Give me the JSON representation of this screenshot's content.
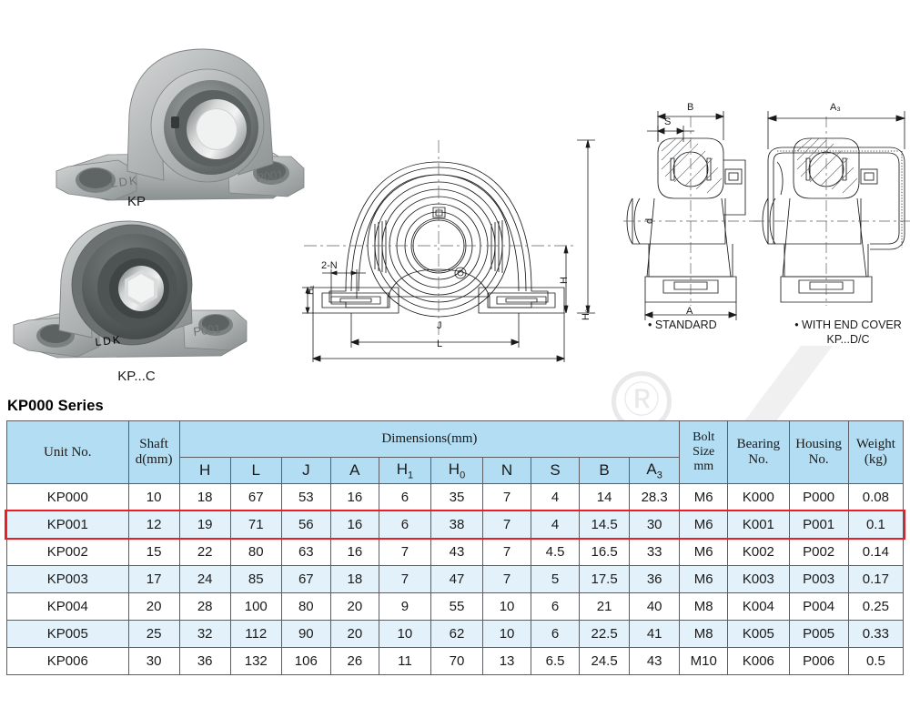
{
  "photos": [
    {
      "caption": "KP",
      "part_marking": "P001",
      "brand_marking": "LDK"
    },
    {
      "caption": "KP...C",
      "part_marking": "P001",
      "brand_marking": "LDK"
    }
  ],
  "drawings": {
    "front_view": {
      "labels": [
        "2-N",
        "H₁",
        "H₀",
        "H",
        "J",
        "L"
      ]
    },
    "section_standard": {
      "caption": "• STANDARD",
      "labels": [
        "B",
        "S",
        "d",
        "A"
      ]
    },
    "section_end_cover": {
      "caption": "• WITH END COVER\nKP...D/C",
      "labels": [
        "A₃"
      ]
    }
  },
  "series": {
    "title": "KP000 Series"
  },
  "watermark": {
    "symbol": "Ⓡ"
  },
  "colors": {
    "header_bg": "#b3ddf2",
    "alt_row_bg": "#e3f1fa",
    "border": "#5b5f63",
    "highlight": "#ee1c24"
  },
  "table": {
    "header": {
      "unit_no": "Unit No.",
      "shaft": "Shaft\nd(mm)",
      "shaft_line1": "Shaft",
      "shaft_line2": "d(mm)",
      "dimensions_group": "Dimensions(mm)",
      "dim_cols": [
        "H",
        "L",
        "J",
        "A",
        "H1",
        "H0",
        "N",
        "S",
        "B",
        "A3"
      ],
      "bolt_size": "Bolt\nSize\nmm",
      "bolt_line1": "Bolt",
      "bolt_line2": "Size",
      "bolt_line3": "mm",
      "bearing_no": "Bearing\nNo.",
      "bearing_line1": "Bearing",
      "bearing_line2": "No.",
      "housing_no": "Housing\nNo.",
      "housing_line1": "Housing",
      "housing_line2": "No.",
      "weight": "Weight\n(kg)",
      "weight_line1": "Weight",
      "weight_line2": "(kg)"
    },
    "highlighted_row_index": 1,
    "rows": [
      {
        "unit_no": "KP000",
        "shaft_d": "10",
        "H": "18",
        "L": "67",
        "J": "53",
        "A": "16",
        "H1": "6",
        "H0": "35",
        "N": "7",
        "S": "4",
        "B": "14",
        "A3": "28.3",
        "bolt_size": "M6",
        "bearing_no": "K000",
        "housing_no": "P000",
        "weight": "0.08"
      },
      {
        "unit_no": "KP001",
        "shaft_d": "12",
        "H": "19",
        "L": "71",
        "J": "56",
        "A": "16",
        "H1": "6",
        "H0": "38",
        "N": "7",
        "S": "4",
        "B": "14.5",
        "A3": "30",
        "bolt_size": "M6",
        "bearing_no": "K001",
        "housing_no": "P001",
        "weight": "0.1"
      },
      {
        "unit_no": "KP002",
        "shaft_d": "15",
        "H": "22",
        "L": "80",
        "J": "63",
        "A": "16",
        "H1": "7",
        "H0": "43",
        "N": "7",
        "S": "4.5",
        "B": "16.5",
        "A3": "33",
        "bolt_size": "M6",
        "bearing_no": "K002",
        "housing_no": "P002",
        "weight": "0.14"
      },
      {
        "unit_no": "KP003",
        "shaft_d": "17",
        "H": "24",
        "L": "85",
        "J": "67",
        "A": "18",
        "H1": "7",
        "H0": "47",
        "N": "7",
        "S": "5",
        "B": "17.5",
        "A3": "36",
        "bolt_size": "M6",
        "bearing_no": "K003",
        "housing_no": "P003",
        "weight": "0.17"
      },
      {
        "unit_no": "KP004",
        "shaft_d": "20",
        "H": "28",
        "L": "100",
        "J": "80",
        "A": "20",
        "H1": "9",
        "H0": "55",
        "N": "10",
        "S": "6",
        "B": "21",
        "A3": "40",
        "bolt_size": "M8",
        "bearing_no": "K004",
        "housing_no": "P004",
        "weight": "0.25"
      },
      {
        "unit_no": "KP005",
        "shaft_d": "25",
        "H": "32",
        "L": "112",
        "J": "90",
        "A": "20",
        "H1": "10",
        "H0": "62",
        "N": "10",
        "S": "6",
        "B": "22.5",
        "A3": "41",
        "bolt_size": "M8",
        "bearing_no": "K005",
        "housing_no": "P005",
        "weight": "0.33"
      },
      {
        "unit_no": "KP006",
        "shaft_d": "30",
        "H": "36",
        "L": "132",
        "J": "106",
        "A": "26",
        "H1": "11",
        "H0": "70",
        "N": "13",
        "S": "6.5",
        "B": "24.5",
        "A3": "43",
        "bolt_size": "M10",
        "bearing_no": "K006",
        "housing_no": "P006",
        "weight": "0.5"
      }
    ]
  }
}
